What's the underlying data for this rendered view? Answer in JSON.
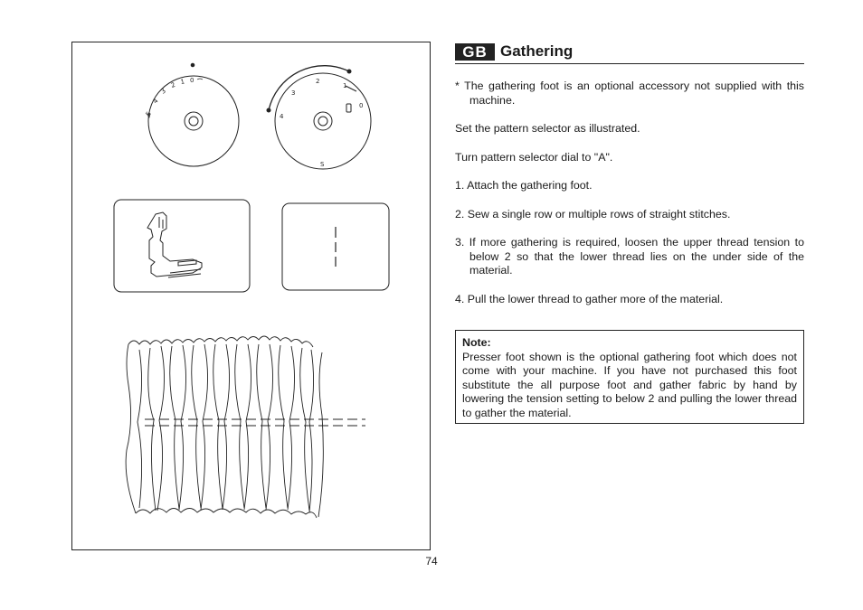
{
  "page_number": "74",
  "section": {
    "badge": "GB",
    "title": "Gathering"
  },
  "illustrations": {
    "length_dial_labels": [
      "5",
      "4",
      "3",
      "2",
      "1",
      "0"
    ],
    "pattern_dial_labels": [
      "4",
      "3",
      "2",
      "1",
      "0",
      "S"
    ]
  },
  "instructions": {
    "accessory_note": "*  The gathering foot is an optional accessory not supplied with this machine.",
    "set_selector": "Set the pattern selector as illustrated.",
    "turn_dial": "Turn pattern selector dial to \"A\".",
    "steps": [
      "1. Attach the gathering foot.",
      "2. Sew a single row or multiple rows of straight stitches.",
      "3. If more gathering is required, loosen the upper thread tension to below 2 so that the lower thread lies on the under side of the material.",
      "4. Pull the lower thread to gather more of the material."
    ]
  },
  "note": {
    "title": "Note:",
    "text": "Presser foot shown is the optional gathering foot which does not come with your machine. If you have not purchased this foot substitute the all purpose foot and gather fabric by hand by lowering the tension setting to below 2 and pulling the lower thread to gather the material."
  }
}
